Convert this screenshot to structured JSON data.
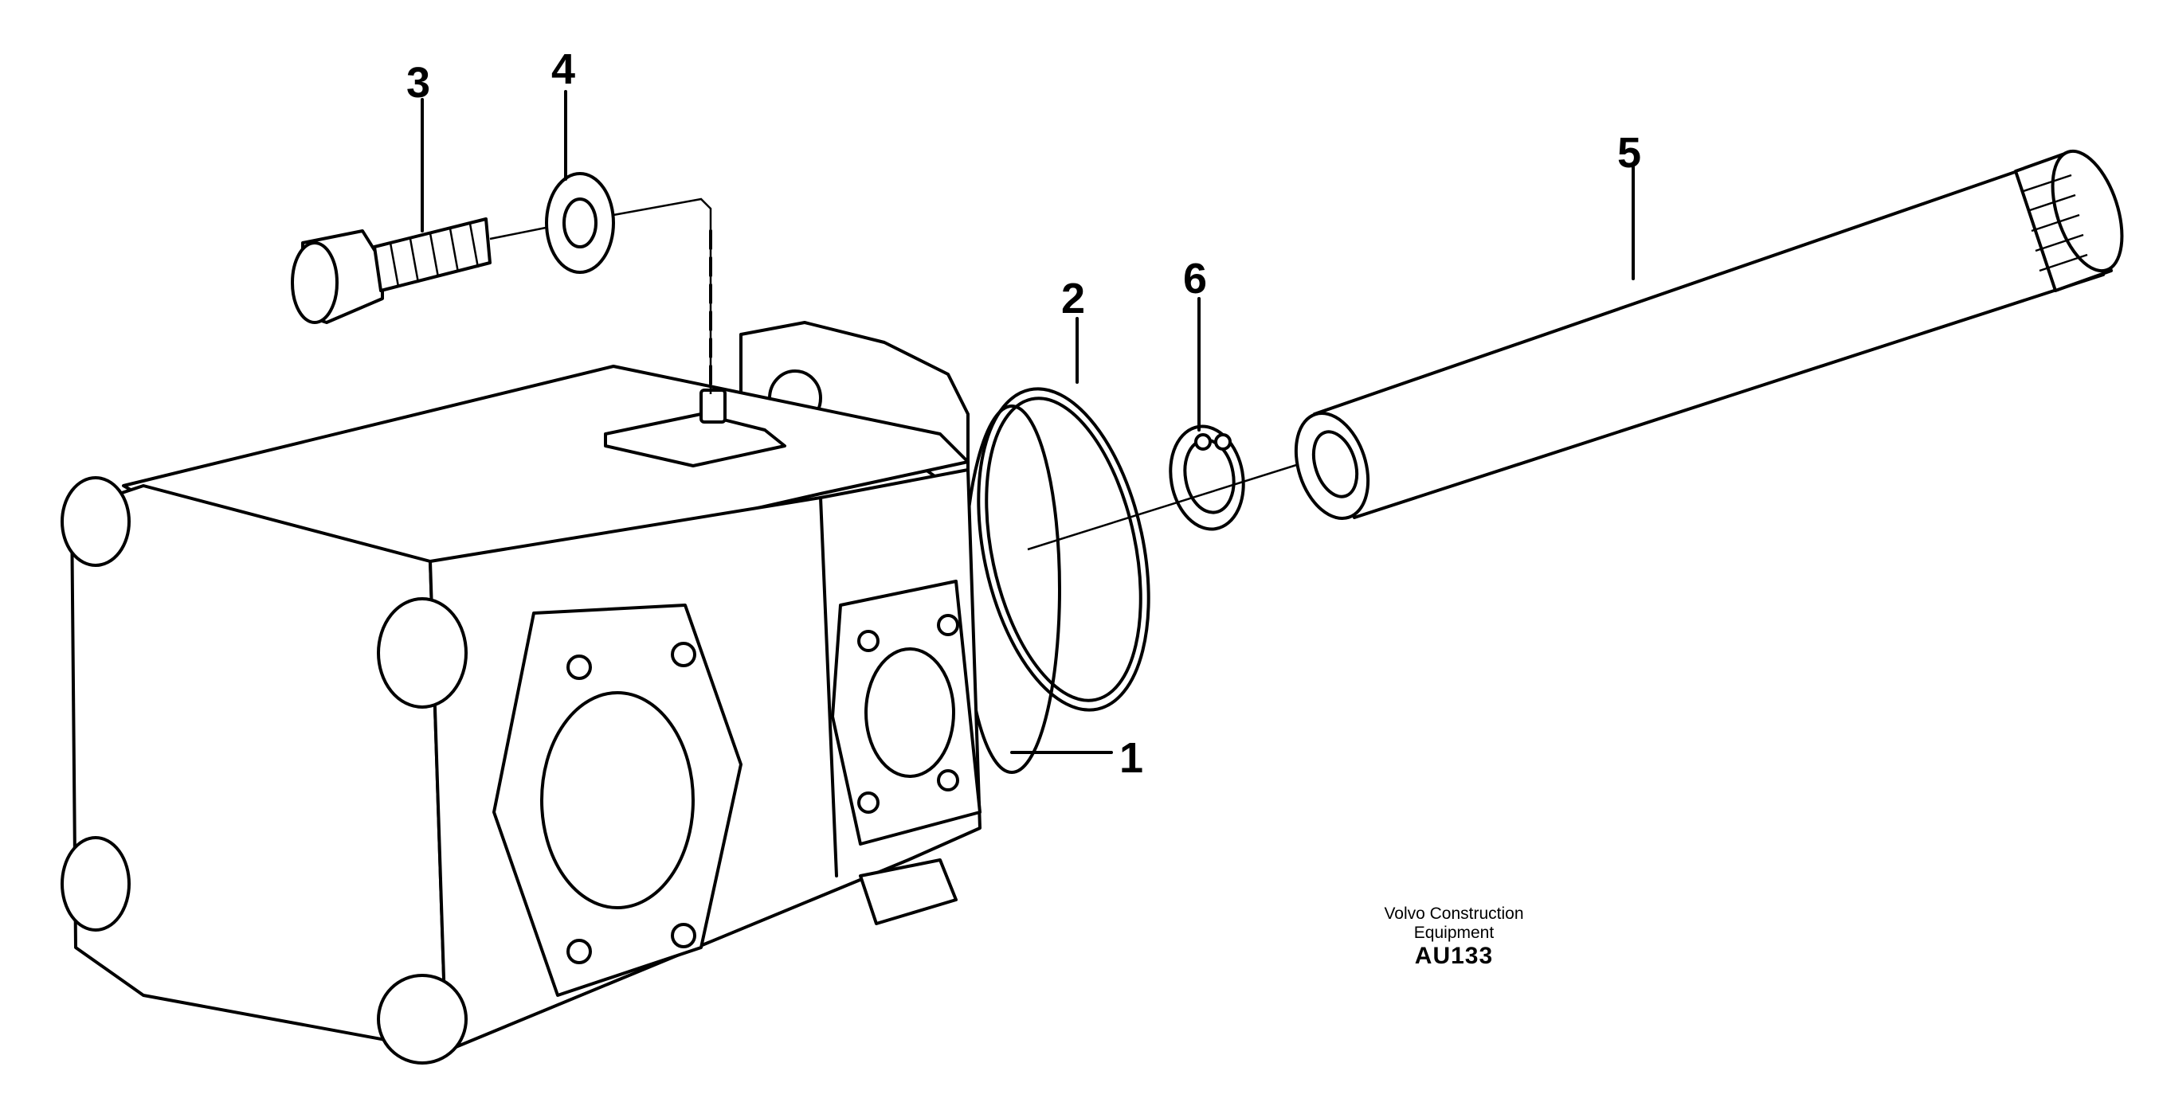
{
  "diagram": {
    "callouts": {
      "pump": "1",
      "o_ring": "2",
      "bolt": "3",
      "washer": "4",
      "shaft": "5",
      "circlip": "6"
    },
    "caption": {
      "line1": "Volvo Construction",
      "line2": "Equipment",
      "code": "AU133"
    }
  }
}
